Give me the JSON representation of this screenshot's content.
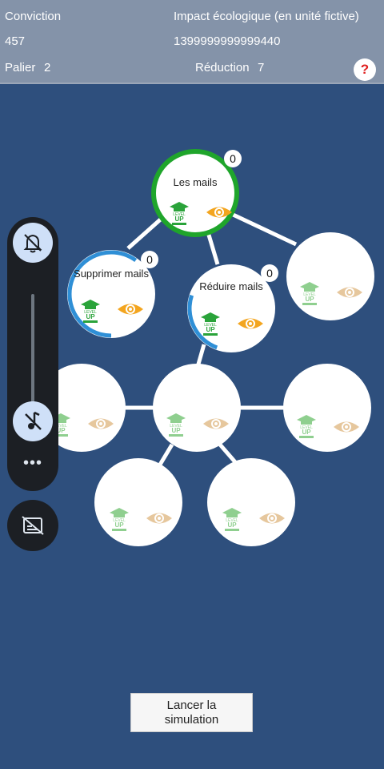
{
  "header": {
    "conviction_label": "Conviction",
    "conviction_value": "457",
    "impact_label": "Impact écologique (en unité fictive)",
    "impact_value": "1399999999999440",
    "palier_label": "Palier",
    "palier_value": "2",
    "reduction_label": "Réduction",
    "reduction_value": "7",
    "help_symbol": "?"
  },
  "tree": {
    "nodes": [
      {
        "id": "les-mails",
        "label": "Les mails",
        "count": "0",
        "state": "active",
        "progress": 1.0
      },
      {
        "id": "supprimer-mails",
        "label": "Supprimer mails",
        "count": "0",
        "state": "unlocked",
        "progress": 0.6
      },
      {
        "id": "reduire-mails",
        "label": "Réduire mails",
        "count": "0",
        "state": "unlocked",
        "progress": 0.3
      },
      {
        "id": "node-4",
        "label": "",
        "state": "locked"
      },
      {
        "id": "node-5",
        "label": "",
        "state": "locked"
      },
      {
        "id": "node-6",
        "label": "",
        "state": "locked"
      },
      {
        "id": "node-7",
        "label": "",
        "state": "locked"
      },
      {
        "id": "node-8",
        "label": "",
        "state": "locked"
      },
      {
        "id": "node-9",
        "label": "",
        "state": "locked"
      }
    ],
    "level_up_text_top": "LEVEL",
    "level_up_text_bottom": "UP",
    "icons": {
      "level_up": "level-up-icon",
      "eye": "eye-icon"
    },
    "colors": {
      "active_ring": "#1fa52b",
      "progress_ring": "#2f8fd6",
      "eye_active": "#f3a51f",
      "eye_locked": "#e6c79d",
      "level_active": "#2aa33a",
      "level_locked": "#8fcf8f"
    }
  },
  "side_panel": {
    "icons": [
      "bell-off-icon",
      "music-off-icon",
      "more-icon",
      "captions-off-icon"
    ],
    "more_label": "•••"
  },
  "simulate_button": {
    "label_line1": "Lancer la",
    "label_line2": "simulation"
  }
}
